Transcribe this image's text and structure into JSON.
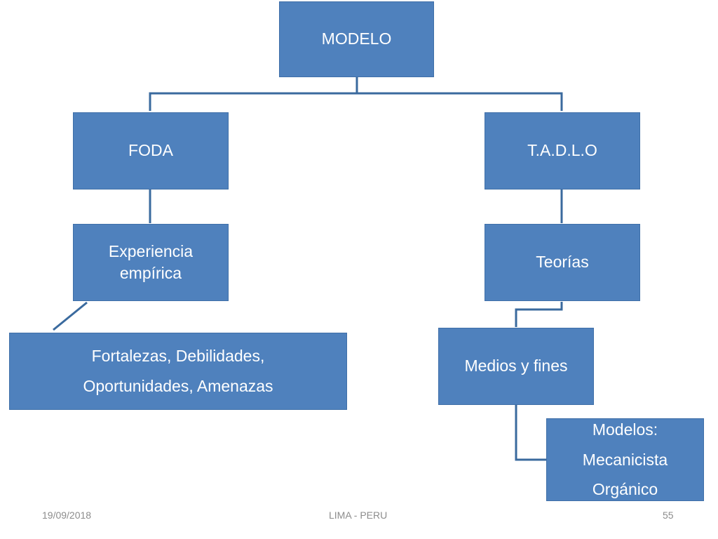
{
  "nodes": {
    "modelo": {
      "lines": [
        "MODELO"
      ]
    },
    "foda": {
      "lines": [
        "FODA"
      ]
    },
    "tadlo": {
      "lines": [
        "T.A.D.L.O"
      ]
    },
    "experiencia": {
      "lines": [
        "Experiencia",
        "empírica"
      ]
    },
    "teorias": {
      "lines": [
        "Teorías"
      ]
    },
    "fortalezas": {
      "lines": [
        "Fortalezas, Debilidades,",
        "Oportunidades, Amenazas"
      ]
    },
    "medios": {
      "lines": [
        "Medios y fines"
      ]
    },
    "modelos": {
      "lines": [
        "Modelos:",
        "Mecanicista",
        "Orgánico"
      ]
    }
  },
  "footer": {
    "date": "19/09/2018",
    "location": "LIMA - PERU",
    "page": "55"
  },
  "colors": {
    "box_fill": "#4f81bd",
    "connector": "#3a6a9e",
    "box_text": "#ffffff",
    "footer_text": "#8c8c8c"
  }
}
